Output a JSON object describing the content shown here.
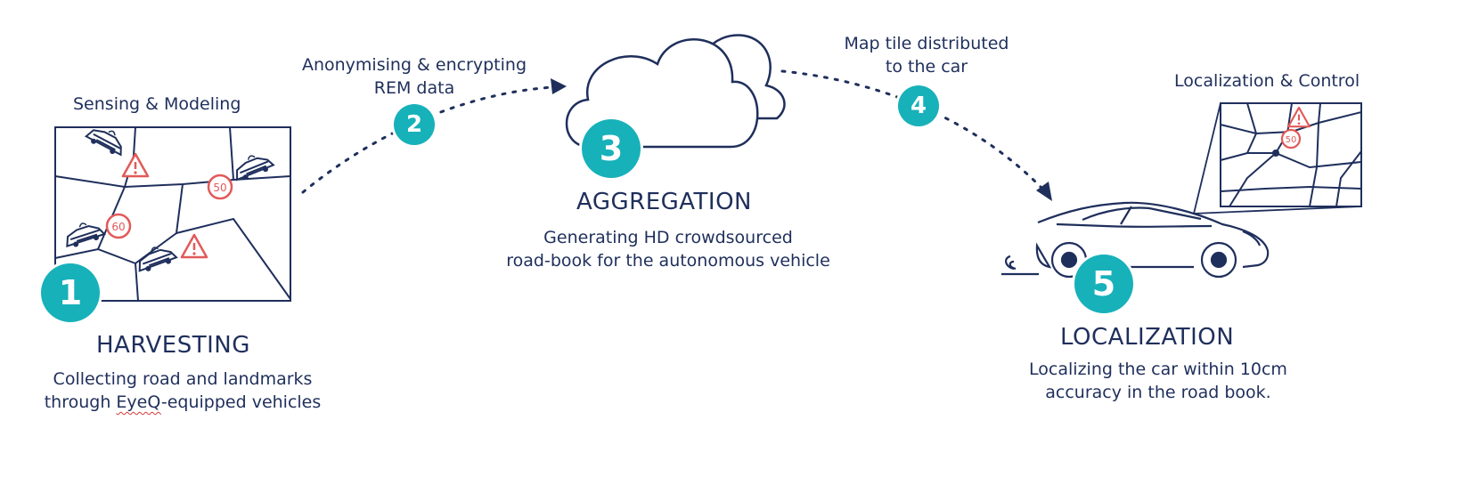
{
  "colors": {
    "navy": "#1f2f5c",
    "teal": "#17b1ba",
    "warning_red": "#e25a5a",
    "background": "#ffffff"
  },
  "stages": {
    "harvesting": {
      "number": "1",
      "top_label": "Sensing & Modeling",
      "title": "HARVESTING",
      "desc_line1": "Collecting road and landmarks",
      "desc_prefix": "through ",
      "desc_brand": "EyeQ",
      "desc_suffix": "-equipped vehicles",
      "signs": [
        "60",
        "50"
      ]
    },
    "transfer": {
      "number": "2",
      "label_line1": "Anonymising & encrypting",
      "label_line2": "REM data"
    },
    "aggregation": {
      "number": "3",
      "title": "AGGREGATION",
      "desc_line1": "Generating HD crowdsourced",
      "desc_line2": "road-book for the autonomous vehicle"
    },
    "distribution": {
      "number": "4",
      "label_line1": "Map tile distributed",
      "label_line2": "to the car"
    },
    "localization": {
      "number": "5",
      "top_label": "Localization & Control",
      "title": "LOCALIZATION",
      "desc_line1": "Localizing the car within 10cm",
      "desc_line2": "accuracy in the road book.",
      "sign": "50"
    }
  },
  "icons": [
    "map-icon",
    "car-icon",
    "cloud-icon",
    "warning-sign-icon",
    "speed-limit-sign-icon",
    "arrow-icon"
  ]
}
